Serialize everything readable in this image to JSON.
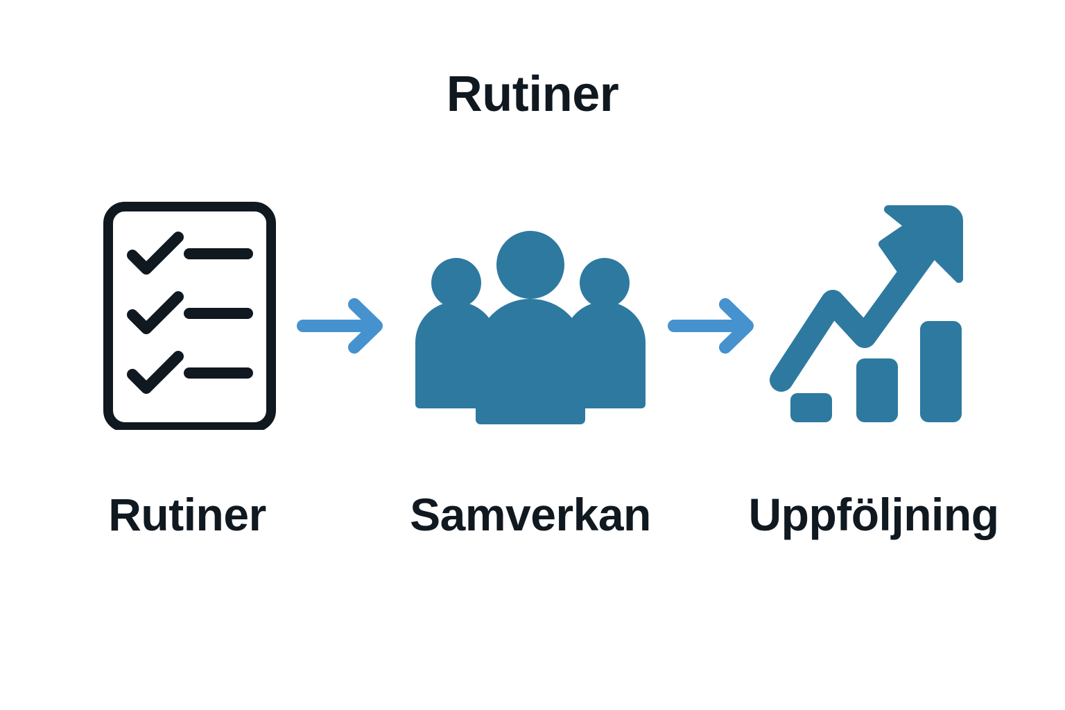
{
  "page": {
    "title": "Rutiner",
    "background_color": "#ffffff",
    "text_color": "#101820",
    "icon_color": "#2E79A0",
    "arrow_color": "#4592CE"
  },
  "flow": {
    "steps": [
      {
        "id": "rutiner",
        "label": "Rutiner",
        "icon": "checklist-document-icon",
        "icon_color": "#101820",
        "icon_detail": {
          "checkmarks": 3,
          "lines": 3
        }
      },
      {
        "id": "samverkan",
        "label": "Samverkan",
        "icon": "people-group-icon",
        "icon_color": "#2E79A0",
        "icon_detail": {
          "figures": 3
        }
      },
      {
        "id": "uppfoljning",
        "label": "Uppföljning",
        "icon": "growth-bar-chart-arrow-icon",
        "icon_color": "#2E79A0",
        "icon_detail": {
          "bars": 3,
          "arrow": "upward-trend"
        }
      }
    ],
    "connectors": [
      {
        "id": "connector-1",
        "icon": "arrow-right-icon",
        "color": "#4592CE"
      },
      {
        "id": "connector-2",
        "icon": "arrow-right-icon",
        "color": "#4592CE"
      }
    ]
  }
}
